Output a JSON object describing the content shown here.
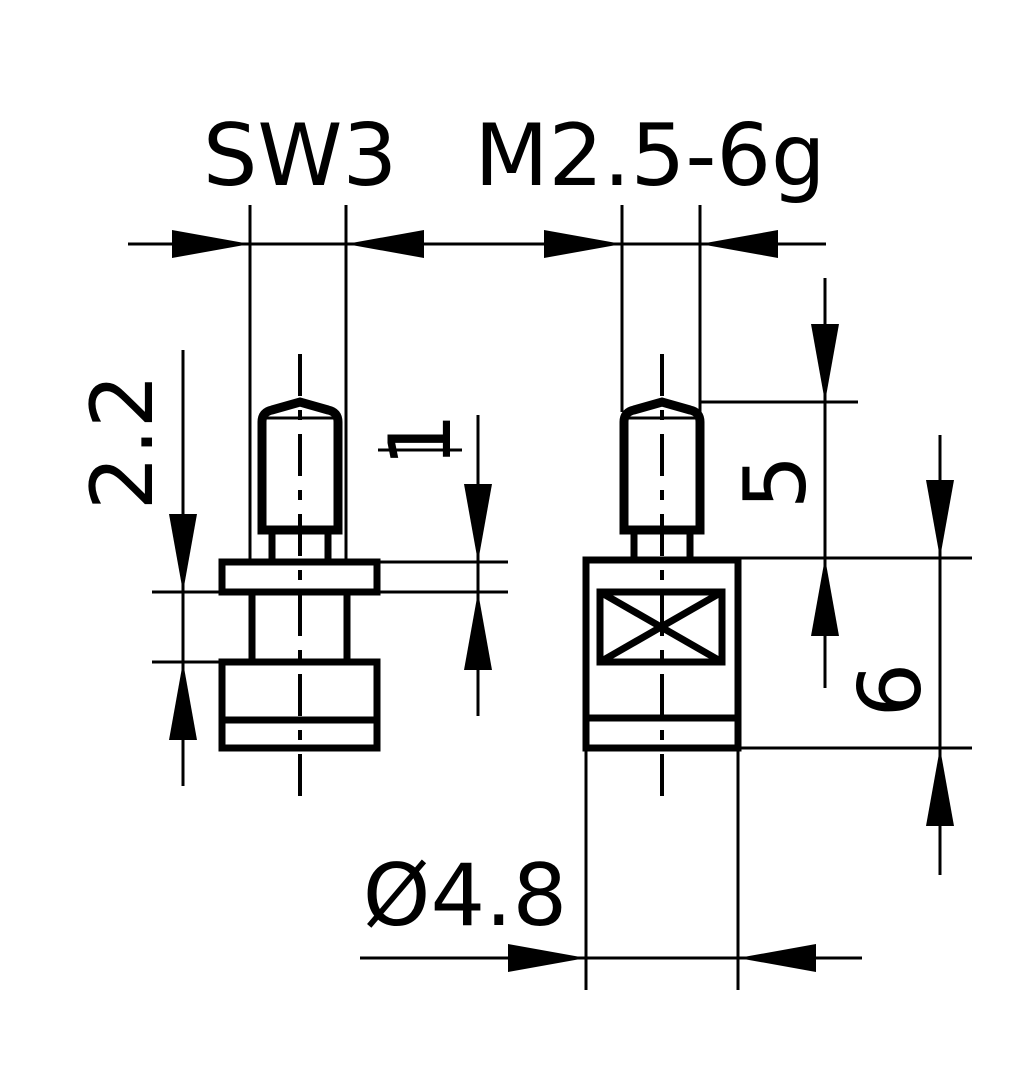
{
  "dimensions": {
    "sw": "SW3",
    "thread": "M2.5-6g",
    "collar_height": "2.2",
    "flange_thickness": "1",
    "tip_length": "5",
    "body_height": "6",
    "diameter": "Ø4.8"
  },
  "colors": {
    "line": "#000000",
    "background": "#ffffff"
  }
}
